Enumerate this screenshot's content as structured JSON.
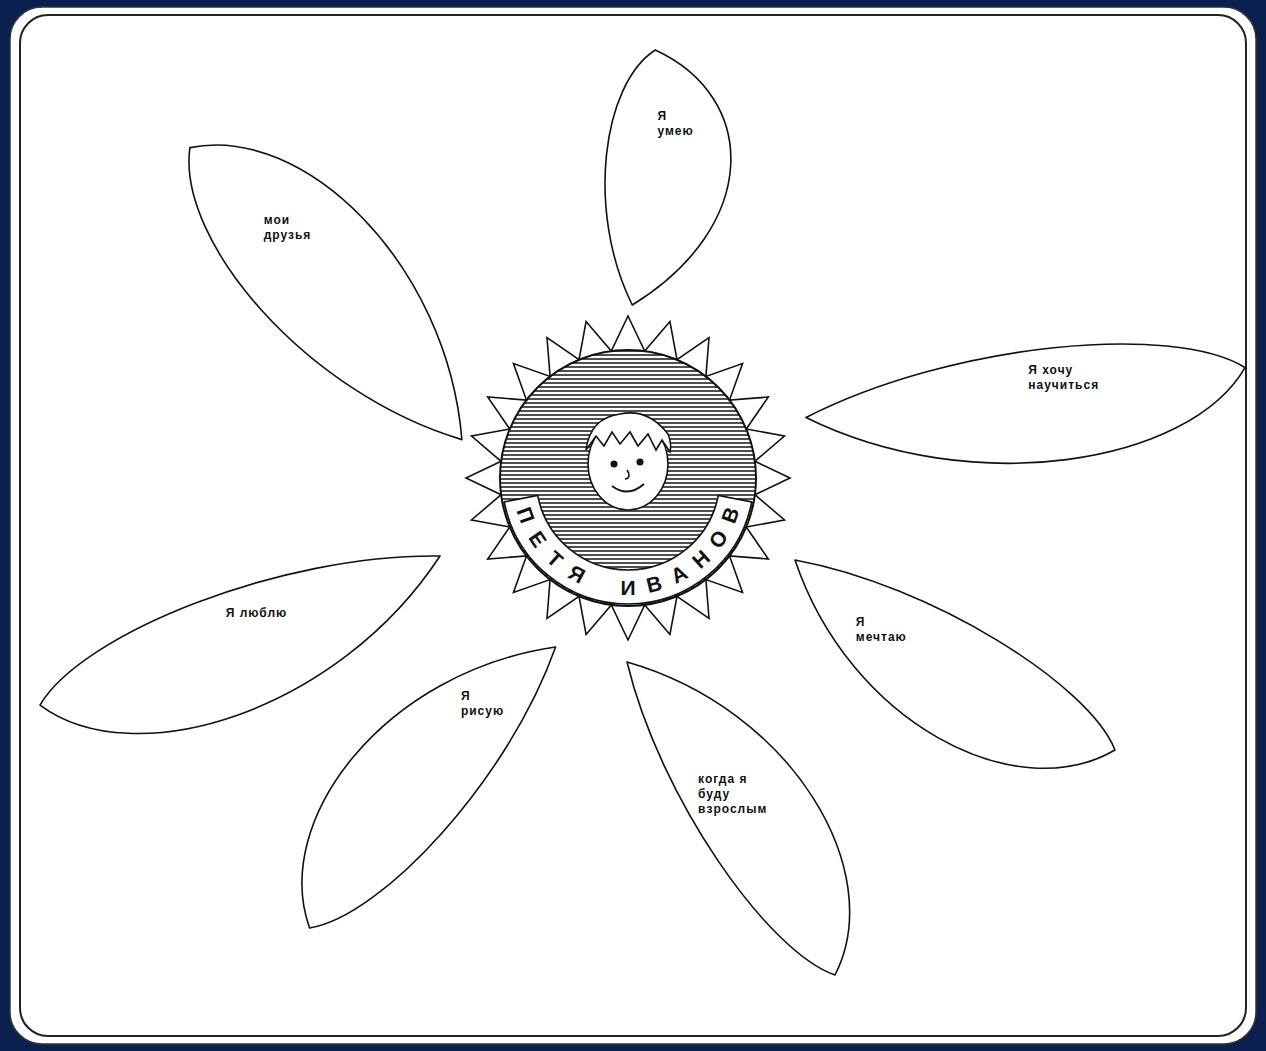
{
  "diagram": {
    "nodes": [
      {
        "text": [
          "ПЕТЯ ИВАНОВ"
        ]
      },
      {
        "text": [
          "Я умею"
        ]
      },
      {
        "text": [
          "Я хочу научиться"
        ]
      },
      {
        "text": [
          "Я мечтаю"
        ]
      },
      {
        "text": [
          "когда я буду взрослым"
        ]
      },
      {
        "text": [
          "Я рисую"
        ]
      },
      {
        "text": [
          "Я люблю"
        ]
      },
      {
        "text": [
          "мои друзья"
        ]
      }
    ]
  }
}
